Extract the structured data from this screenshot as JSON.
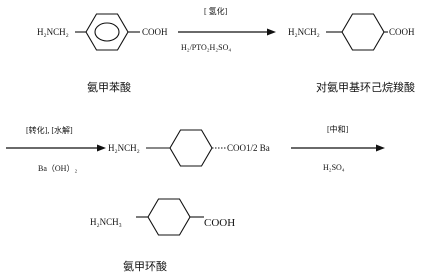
{
  "row1": {
    "reactant": {
      "left_group": "H₂NCH₂",
      "right_group": "COOH",
      "name": "氨甲苯酸"
    },
    "arrow1": {
      "above": "[ 氢化]",
      "below": "H₂/PTO₂H₂SO₄"
    },
    "product": {
      "left_group": "H₂NCH₂",
      "right_group": "COOH",
      "name": "对氨甲基环己烷羧酸"
    }
  },
  "row2": {
    "arrow2": {
      "above": "[转化], [水解]",
      "below": "Ba（OH）₂"
    },
    "intermediate": {
      "left_group": "H₂NCH₂",
      "right_group": "COO1/2 Ba"
    },
    "arrow3": {
      "above": "[中和]",
      "below": "H₂SO₄"
    }
  },
  "row3": {
    "final": {
      "left_group": "H₂NCH₃",
      "right_group": "COOH",
      "name": "氨甲环酸"
    }
  }
}
